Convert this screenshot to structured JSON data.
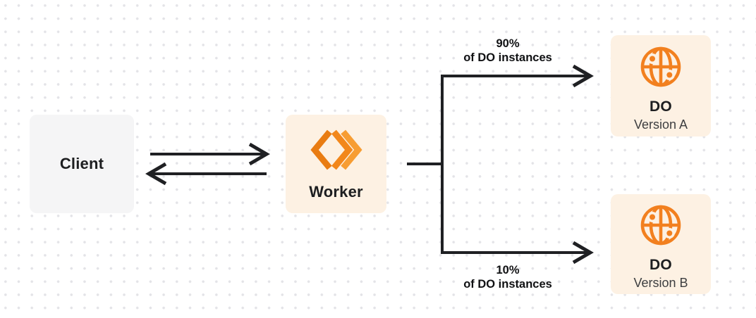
{
  "diagram": {
    "nodes": {
      "client": {
        "label": "Client"
      },
      "worker": {
        "label": "Worker",
        "icon": "workers-icon"
      },
      "do_version_a": {
        "title": "DO",
        "subtitle": "Version A",
        "icon": "globe-icon"
      },
      "do_version_b": {
        "title": "DO",
        "subtitle": "Version B",
        "icon": "globe-icon"
      }
    },
    "edges": {
      "client_worker": {
        "style": "bidirectional-arrows"
      },
      "worker_to_do_a": {
        "label_line1": "90%",
        "label_line2": "of DO instances"
      },
      "worker_to_do_b": {
        "label_line1": "10%",
        "label_line2": "of DO instances"
      }
    },
    "colors": {
      "orange": "#f2801f",
      "cream": "#fdf1e3",
      "light_gray": "#f5f5f6",
      "arrow": "#1f2023",
      "dot_grid": "#e3e3e7"
    }
  }
}
